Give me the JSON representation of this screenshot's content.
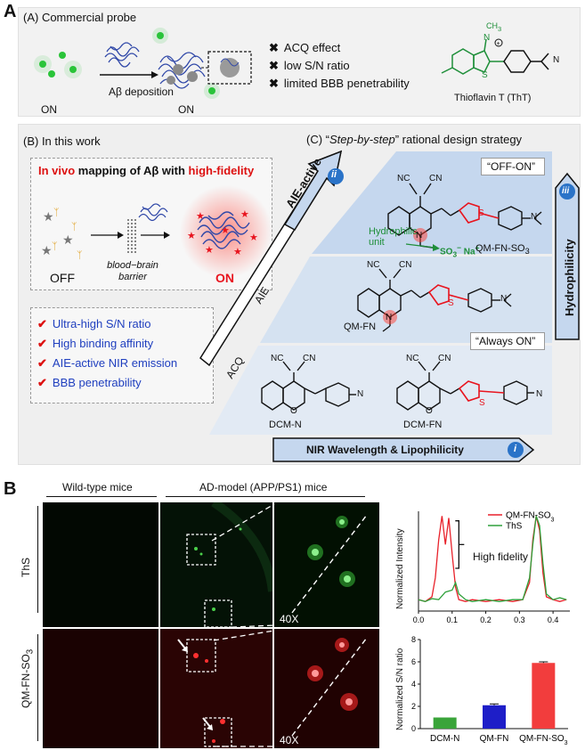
{
  "panelA": {
    "letter": "A",
    "title": "(A) Commercial probe",
    "on_left": "ON",
    "on_right": "ON",
    "deposition": "Aβ deposition",
    "cons": [
      "ACQ effect",
      "low S/N ratio",
      "limited BBB penetrability"
    ],
    "tht_name": "Thioflavin T (ThT)",
    "tht_ch3": "CH",
    "tht_ch3_sub": "3",
    "tht_n": "N",
    "tht_s": "S"
  },
  "panelB_top": {
    "title": "(B) In this work",
    "headline_red1": "In vivo",
    "headline_black1": " mapping of ",
    "headline_black2": "Aβ",
    "headline_black3": " with ",
    "headline_red2": "high-fidelity",
    "off": "OFF",
    "barrier": "blood−brain barrier",
    "on": "ON",
    "advantages": [
      "Ultra-high S/N ratio",
      "High binding affinity",
      "AIE-active NIR emission",
      "BBB penetrability"
    ]
  },
  "panelC": {
    "title_prefix": "(C) “",
    "title_italic": "Step-by-step",
    "title_suffix": "” rational design strategy",
    "arrow_aie_active": "AIE-active",
    "arrow_aie": "AIE",
    "arrow_acq": "ACQ",
    "badge_ii": "ii",
    "badge_iii": "iii",
    "badge_i": "i",
    "hydrophilicity": "Hydrophilicity",
    "nir": "NIR Wavelength & Lipophilicity",
    "off_on": "“OFF-ON”",
    "always_on": "“Always ON”",
    "hydrophilic_unit": "Hydrophilic unit",
    "so3": "SO",
    "so3_sub": "3",
    "so3_sup": "−",
    "na": "Na",
    "na_sup": "+",
    "qm_fn_so3": "QM-FN-SO",
    "qm_fn_so3_sub": "3",
    "qm_fn": "QM-FN",
    "dcm_n": "DCM-N",
    "dcm_fn": "DCM-FN",
    "nc": "NC",
    "cn": "CN",
    "atom_n": "N",
    "atom_s": "S",
    "atom_o": "O"
  },
  "panelB_bottom": {
    "letter": "B",
    "col_wild": "Wild-type mice",
    "col_ad": "AD-model (APP/PS1) mice",
    "row_ths": "ThS",
    "row_qm": "QM-FN-SO",
    "row_qm_sub": "3",
    "mag1": "40X",
    "mag2": "40X"
  },
  "chart_data": [
    {
      "type": "line",
      "ylabel": "Normalized Intensity",
      "xlabel": "",
      "xlim": [
        0,
        0.45
      ],
      "ylim": [
        0,
        1.05
      ],
      "xticks": [
        "0.0",
        "0.1",
        "0.2",
        "0.3",
        "0.4"
      ],
      "annotation": "High fidelity",
      "legend_position": "top-right",
      "series": [
        {
          "name": "QM-FN-SO3",
          "color": "#e8212a",
          "x": [
            0.0,
            0.02,
            0.04,
            0.05,
            0.06,
            0.07,
            0.08,
            0.09,
            0.1,
            0.11,
            0.12,
            0.14,
            0.16,
            0.2,
            0.24,
            0.28,
            0.31,
            0.33,
            0.34,
            0.35,
            0.36,
            0.37,
            0.38,
            0.4,
            0.42,
            0.44
          ],
          "y": [
            0.12,
            0.1,
            0.15,
            0.35,
            0.75,
            1.0,
            0.7,
            0.98,
            0.6,
            0.25,
            0.12,
            0.1,
            0.12,
            0.1,
            0.12,
            0.1,
            0.12,
            0.3,
            0.75,
            1.0,
            0.85,
            0.4,
            0.15,
            0.12,
            0.1,
            0.12
          ]
        },
        {
          "name": "ThS",
          "color": "#2ea03a",
          "x": [
            0.0,
            0.02,
            0.04,
            0.06,
            0.08,
            0.1,
            0.11,
            0.12,
            0.14,
            0.16,
            0.2,
            0.24,
            0.28,
            0.31,
            0.33,
            0.34,
            0.35,
            0.36,
            0.37,
            0.38,
            0.4,
            0.42,
            0.44
          ],
          "y": [
            0.12,
            0.1,
            0.13,
            0.12,
            0.2,
            0.22,
            0.3,
            0.18,
            0.12,
            0.1,
            0.12,
            0.1,
            0.12,
            0.12,
            0.35,
            0.7,
            1.0,
            0.9,
            0.5,
            0.18,
            0.12,
            0.14,
            0.12
          ]
        }
      ]
    },
    {
      "type": "bar",
      "ylabel": "Normalized S/N ratio",
      "categories": [
        "DCM-N",
        "QM-FN",
        "QM-FN-SO3"
      ],
      "category_labels": [
        "DCM-N",
        "QM-FN",
        "QM-FN-SO"
      ],
      "category_subs": [
        "",
        "",
        "3"
      ],
      "values": [
        1.0,
        2.1,
        5.9
      ],
      "errors": [
        0.0,
        0.12,
        0.1
      ],
      "colors": [
        "#3aa43a",
        "#1e1ec8",
        "#f23d3d"
      ],
      "ylim": [
        0,
        8
      ],
      "yticks": [
        "0",
        "2",
        "4",
        "6",
        "8"
      ]
    }
  ]
}
